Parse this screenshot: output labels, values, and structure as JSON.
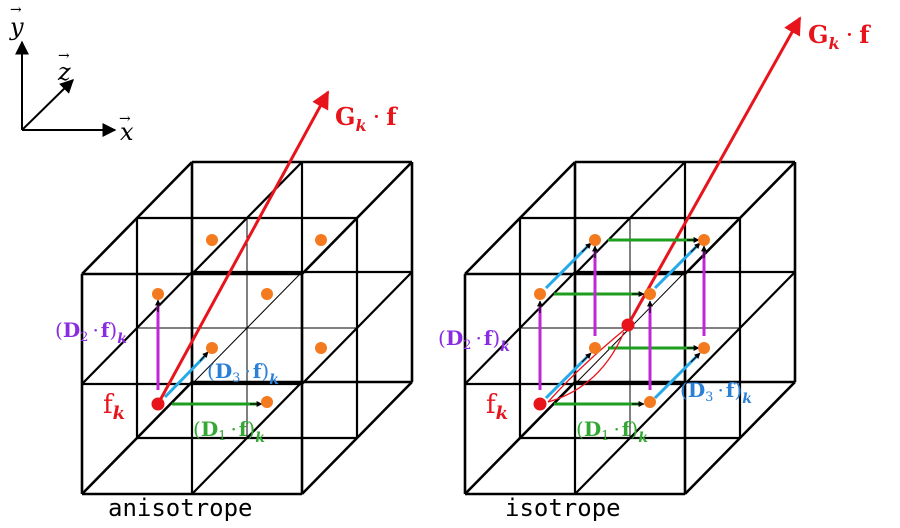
{
  "axes": {
    "x": "x",
    "y": "y",
    "z": "z"
  },
  "captions": {
    "left": "anisotrope",
    "right": "isotrope"
  },
  "labels": {
    "gk_f": {
      "G": "G",
      "k": "k",
      "dot": "·",
      "f": "f"
    },
    "f_k": {
      "f": "f",
      "k": "k"
    },
    "d1": {
      "open": "(",
      "D": "D",
      "sub": "1",
      "dot": "·",
      "f": "f",
      "close": ")",
      "k": "k"
    },
    "d2": {
      "open": "(",
      "D": "D",
      "sub": "2",
      "dot": "·",
      "f": "f",
      "close": ")",
      "k": "k"
    },
    "d3": {
      "open": "(",
      "D": "D",
      "sub": "3",
      "dot": "·",
      "f": "f",
      "close": ")",
      "k": "k"
    }
  },
  "colors": {
    "red": "#e8141c",
    "orange": "#f47a20",
    "green": "#1e9e1e",
    "magenta": "#c227d6",
    "cyan": "#25a9e8",
    "purple": "#8a2be2",
    "blue": "#2a7fd6",
    "green_text": "#33a833",
    "black": "#000000"
  }
}
